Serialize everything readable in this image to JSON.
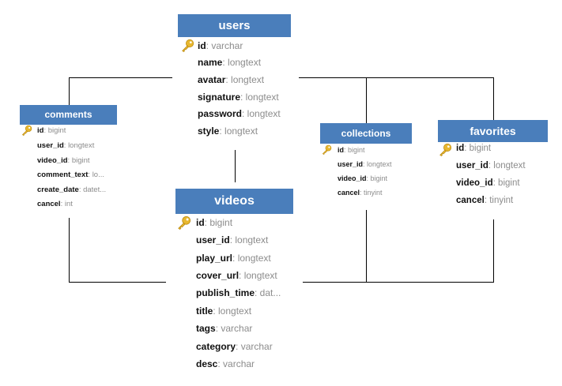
{
  "colors": {
    "header": "#4a7ebb",
    "key": "#e8b830",
    "line": "#000000"
  },
  "tables": {
    "users": {
      "title": "users",
      "fields": [
        {
          "name": "id",
          "type": ": varchar",
          "key": true
        },
        {
          "name": "name",
          "type": ": longtext"
        },
        {
          "name": "avatar",
          "type": ": longtext"
        },
        {
          "name": "signature",
          "type": ": longtext"
        },
        {
          "name": "password",
          "type": ": longtext"
        },
        {
          "name": "style",
          "type": ": longtext"
        }
      ]
    },
    "comments": {
      "title": "comments",
      "fields": [
        {
          "name": "id",
          "type": ": bigint",
          "key": true
        },
        {
          "name": "user_id",
          "type": ": longtext"
        },
        {
          "name": "video_id",
          "type": ": bigint"
        },
        {
          "name": "comment_text",
          "type": ": lo..."
        },
        {
          "name": "create_date",
          "type": ": datet..."
        },
        {
          "name": "cancel",
          "type": ": int"
        }
      ]
    },
    "videos": {
      "title": "videos",
      "fields": [
        {
          "name": "id",
          "type": ": bigint",
          "key": true
        },
        {
          "name": "user_id",
          "type": ": longtext"
        },
        {
          "name": "play_url",
          "type": ": longtext"
        },
        {
          "name": "cover_url",
          "type": ": longtext"
        },
        {
          "name": "publish_time",
          "type": ": dat..."
        },
        {
          "name": "title",
          "type": ": longtext"
        },
        {
          "name": "tags",
          "type": ": varchar"
        },
        {
          "name": "category",
          "type": ": varchar"
        },
        {
          "name": "desc",
          "type": ": varchar"
        }
      ]
    },
    "collections": {
      "title": "collections",
      "fields": [
        {
          "name": "id",
          "type": ": bigint",
          "key": true
        },
        {
          "name": "user_id",
          "type": ": longtext"
        },
        {
          "name": "video_id",
          "type": ": bigint"
        },
        {
          "name": "cancel",
          "type": ": tinyint"
        }
      ]
    },
    "favorites": {
      "title": "favorites",
      "fields": [
        {
          "name": "id",
          "type": ": bigint",
          "key": true
        },
        {
          "name": "user_id",
          "type": ": longtext"
        },
        {
          "name": "video_id",
          "type": ": bigint"
        },
        {
          "name": "cancel",
          "type": ": tinyint"
        }
      ]
    }
  }
}
